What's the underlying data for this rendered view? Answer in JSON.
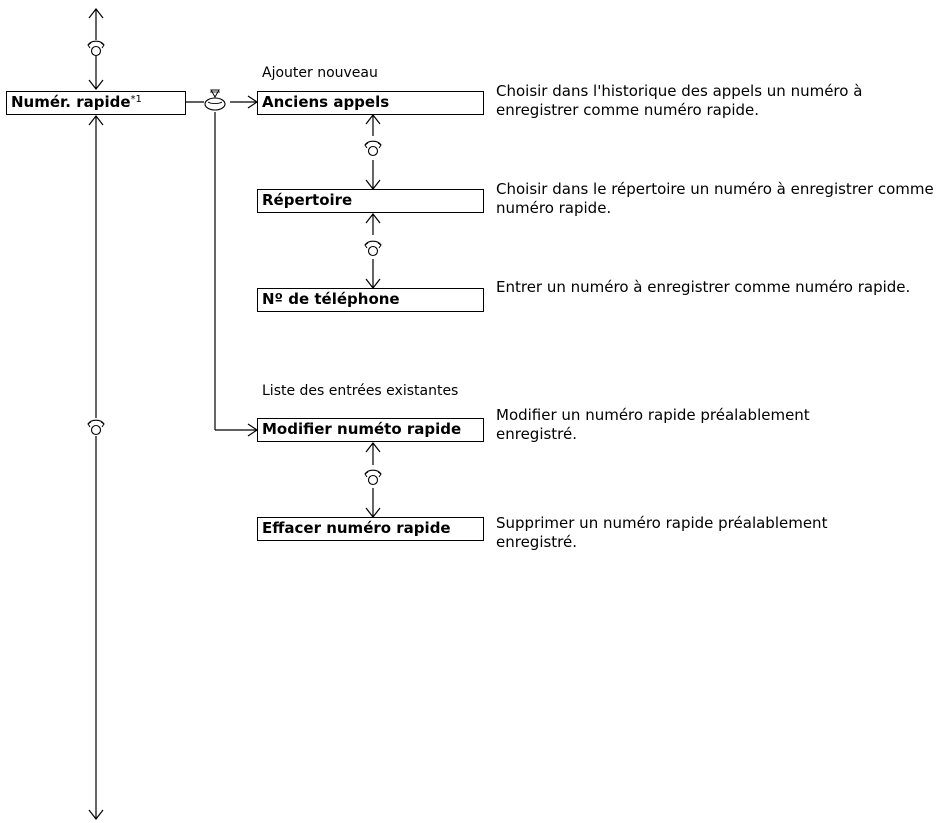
{
  "menu": {
    "root": {
      "label": "Numér. rapide",
      "footnote": "*1"
    },
    "add_new": {
      "heading": "Ajouter nouveau",
      "items": [
        {
          "label": "Anciens appels",
          "description": "Choisir dans l'historique des appels un numéro à enregistrer comme numéro rapide."
        },
        {
          "label": "Répertoire",
          "description": "Choisir dans le répertoire un numéro à enregistrer comme numéro rapide."
        },
        {
          "label": "Nº de téléphone",
          "description": "Entrer un numéro à enregistrer comme numéro rapide."
        }
      ]
    },
    "existing": {
      "heading": "Liste des entrées existantes",
      "items": [
        {
          "label": "Modifier numéto rapide",
          "description": "Modifier un numéro rapide préalablement enregistré."
        },
        {
          "label": "Effacer numéro rapide",
          "description": "Supprimer un numéro rapide préalablement enregistré."
        }
      ]
    }
  },
  "icons": {
    "rotate": "rotate-knob-icon",
    "select": "press-select-icon"
  },
  "colors": {
    "line": "#000000",
    "background": "#ffffff"
  }
}
